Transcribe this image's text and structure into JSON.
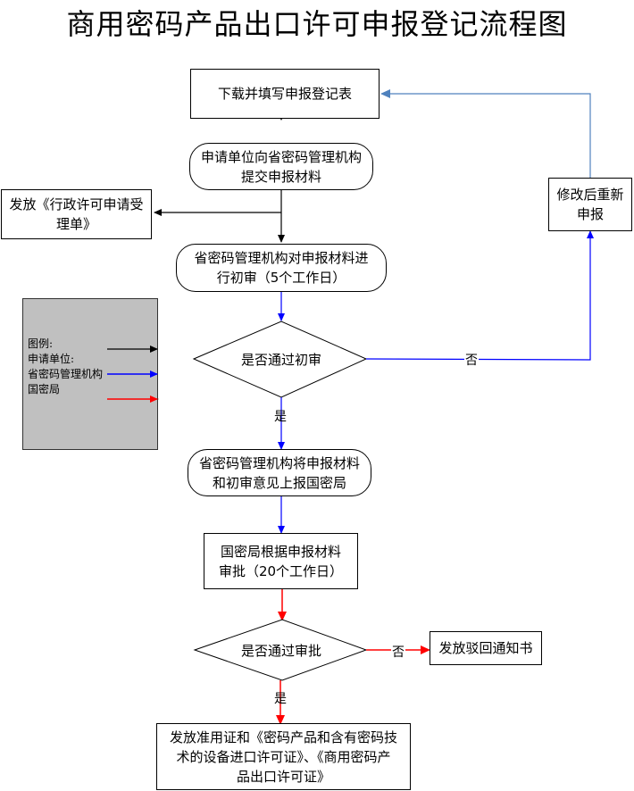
{
  "title": "商用密码产品出口许可申报登记流程图",
  "nodes": {
    "download_form": "下载并填写申报登记表",
    "submit_materials_l1": "申请单位向省密码管理机构",
    "submit_materials_l2": "提交申报材料",
    "issue_acceptance_l1": "发放《行政许可申请受",
    "issue_acceptance_l2": "理单》",
    "initial_review_l1": "省密码管理机构对申报材料进",
    "initial_review_l2": "行初审（5个工作日）",
    "decision_initial": "是否通过初审",
    "resubmit_l1": "修改后重新",
    "resubmit_l2": "申报",
    "report_up_l1": "省密码管理机构将申报材料",
    "report_up_l2": "和初审意见上报国密局",
    "state_approval_l1": "国密局根据申报材料",
    "state_approval_l2": "审批（20个工作日）",
    "decision_approval": "是否通过审批",
    "rejection_notice": "发放驳回通知书",
    "final_issue_l1": "发放准用证和《密码产品和含有密码技",
    "final_issue_l2": "术的设备进口许可证》、《商用密码产",
    "final_issue_l3": "品出口许可证》"
  },
  "edge_labels": {
    "initial_no": "否",
    "initial_yes": "是",
    "approval_no": "否",
    "approval_yes": "是"
  },
  "legend": {
    "title": "图例:",
    "items": [
      {
        "label": "申请单位:",
        "color": "#000000"
      },
      {
        "label": "省密码管理机构",
        "color": "#0000ff"
      },
      {
        "label": "国密局",
        "color": "#ff0000"
      }
    ]
  },
  "colors": {
    "applicant": "#000000",
    "provincial": "#0000ff",
    "state": "#ff0000",
    "feedback": "#4f81bd",
    "legend_bg": "#c0c0c0"
  }
}
